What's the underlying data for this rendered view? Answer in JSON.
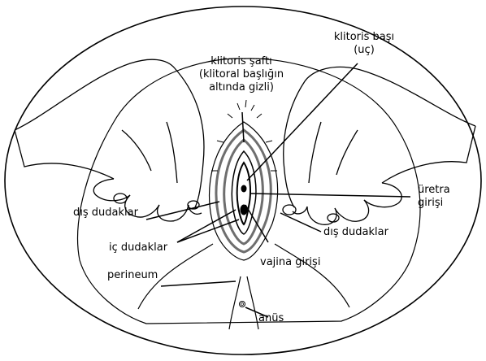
{
  "labels": {
    "clitoris_head": [
      "klitoris başı",
      "(uç)"
    ],
    "clitoris_shaft": [
      "klitoris şaftı",
      "(klitoral başlığın",
      "altında gizli)"
    ],
    "urethra": [
      "üretra",
      "girişi"
    ],
    "outer_lips_left": "dış dudaklar",
    "outer_lips_right": "dış dudaklar",
    "inner_lips": "iç dudaklar",
    "vagina_opening": "vajina girişi",
    "perineum": "perineum",
    "anus": "anüs"
  },
  "colors": {
    "line": "#000000",
    "shading": "#6e6e6e",
    "background": "#ffffff"
  }
}
